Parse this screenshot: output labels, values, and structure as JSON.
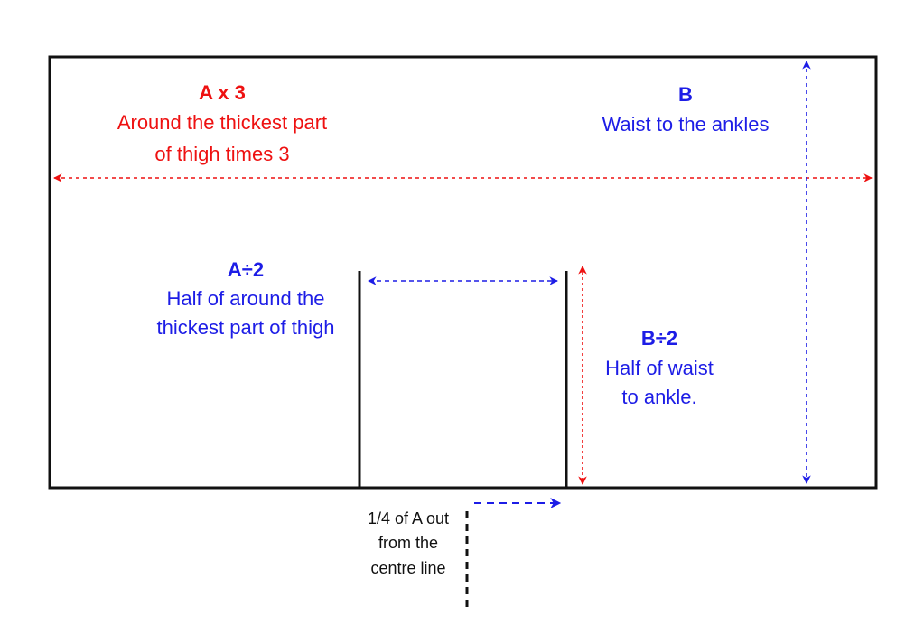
{
  "colors": {
    "red": "#ee1111",
    "blue": "#1d1de6",
    "black": "#111111"
  },
  "labels": {
    "a_title": "A x 3",
    "a_line1": "Around the thickest part",
    "a_line2": "of thigh times 3",
    "b_title": "B",
    "b_line1": "Waist to the ankles",
    "ahalf_title": "A÷2",
    "ahalf_line1": "Half of around the",
    "ahalf_line2": "thickest part of thigh",
    "bhalf_title": "B÷2",
    "bhalf_line1": "Half of waist",
    "bhalf_line2": "to ankle.",
    "quarter_line1": "1/4 of A out",
    "quarter_line2": "from the",
    "quarter_line3": "centre line"
  }
}
